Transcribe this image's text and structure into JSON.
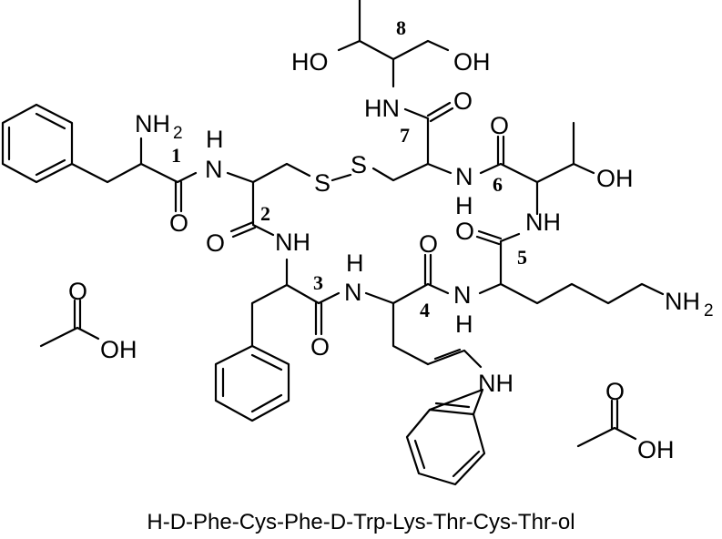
{
  "caption": "H-D-Phe-Cys-Phe-D-Trp-Lys-Thr-Cys-Thr-ol",
  "atoms": {
    "nh2_top": "NH",
    "nh2_top_sub": "2",
    "n1": "N",
    "h1": "H",
    "o1": "O",
    "o2": "O",
    "s1": "S",
    "s2": "S",
    "nh2": "NH",
    "n3": "N",
    "h3": "H",
    "o3": "O",
    "o4": "O",
    "n4": "N",
    "h4": "H",
    "o5": "O",
    "nh5": "NH",
    "nh_lys": "NH",
    "nh_lys_sub": "2",
    "o6": "O",
    "n6": "N",
    "h6": "H",
    "oh6": "OH",
    "hn7": "HN",
    "o7": "O",
    "ho8": "HO",
    "oh8": "OH",
    "nh_indole": "NH",
    "acetic1_o": "O",
    "acetic1_oh": "OH",
    "acetic2_o": "O",
    "acetic2_oh": "OH"
  },
  "residue_numbers": [
    "1",
    "2",
    "3",
    "4",
    "5",
    "6",
    "7",
    "8"
  ]
}
